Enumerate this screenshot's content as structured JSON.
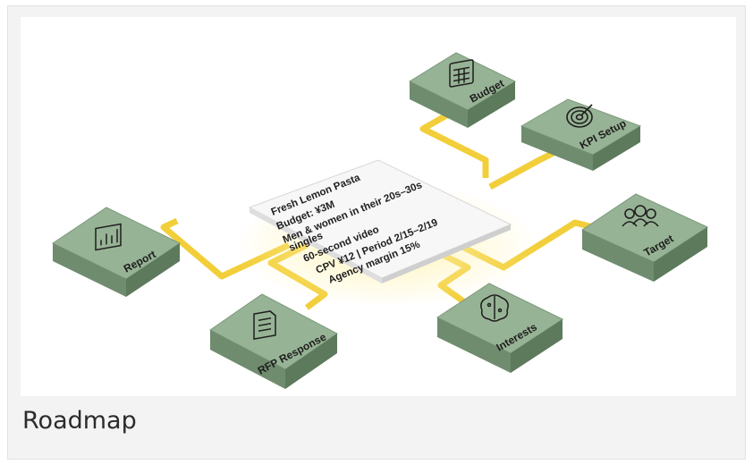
{
  "caption": "Roadmap",
  "center_note": {
    "lines": [
      "Fresh Lemon Pasta",
      "Budget: ¥3M",
      "Men & women in their 20s–30s",
      "singles",
      "60-second video",
      "CPV ¥12 | Period 2/15–2/19",
      "Agency margin 15%"
    ]
  },
  "nodes": {
    "budget": {
      "label": "Budget",
      "icon": "calculator-icon"
    },
    "kpi": {
      "label": "KPI Setup",
      "icon": "target-icon"
    },
    "target": {
      "label": "Target",
      "icon": "people-icon"
    },
    "interests": {
      "label": "Interests",
      "icon": "brain-icon"
    },
    "rfp": {
      "label": "RFP Response",
      "icon": "document-icon"
    },
    "report": {
      "label": "Report",
      "icon": "bar-chart-icon"
    }
  },
  "colors": {
    "block_top": "#97b395",
    "block_left": "#6f8c6e",
    "block_right": "#5d7a5c",
    "connector": "#f2cf3a",
    "paper": "#fafafa"
  }
}
